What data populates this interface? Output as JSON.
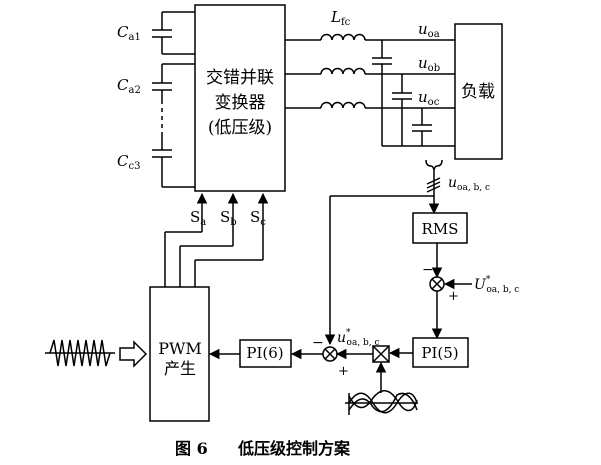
{
  "capacitors": {
    "ca1": {
      "main": "C",
      "sub": "a1"
    },
    "ca2": {
      "main": "C",
      "sub": "a2"
    },
    "cc3": {
      "main": "C",
      "sub": "c3"
    }
  },
  "converter": {
    "line1": "交错并联",
    "line2": "变换器",
    "line3": "(低压级)"
  },
  "filter_inductor": {
    "main": "L",
    "sub": "fc"
  },
  "outputs": {
    "uoa": {
      "main": "u",
      "sub": "oa"
    },
    "uob": {
      "main": "u",
      "sub": "ob"
    },
    "uoc": {
      "main": "u",
      "sub": "oc"
    }
  },
  "load": {
    "label": "负载"
  },
  "feedback": {
    "main": "u",
    "sub": "oa, b, c"
  },
  "rms": {
    "label": "RMS"
  },
  "reference": {
    "main": "U",
    "sup": "*",
    "sub": "oa, b, c"
  },
  "ref_voltage": {
    "main": "u",
    "sup": "*",
    "sub": "oa, b, c"
  },
  "pi5": {
    "label": "PI(5)"
  },
  "pi6": {
    "label": "PI(6)"
  },
  "pwm": {
    "line1": "PWM",
    "line2": "产生"
  },
  "switch_signals": [
    {
      "main": "S",
      "sub": "a"
    },
    {
      "main": "S",
      "sub": "b"
    },
    {
      "main": "S",
      "sub": "c"
    }
  ],
  "signs": {
    "minus": "−",
    "plus": "+"
  },
  "caption": {
    "figure": "图 6",
    "title": "低压级控制方案"
  }
}
